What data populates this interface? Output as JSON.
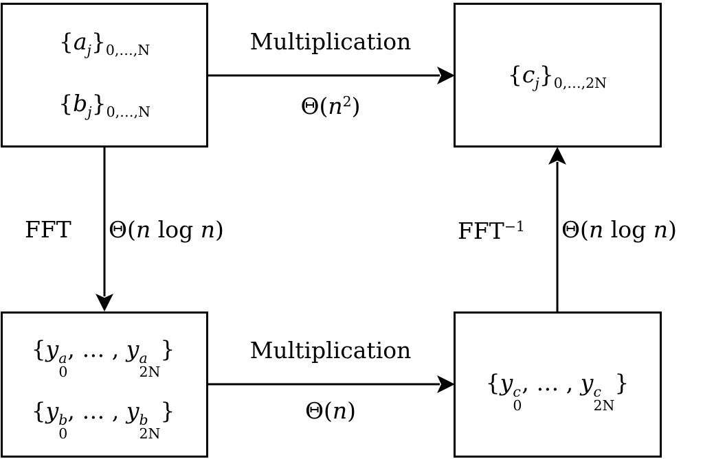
{
  "nodes": {
    "top_left": {
      "a": {
        "open": "{",
        "var": "a",
        "sub_var": "j",
        "close": "}",
        "range": "0,…,N"
      },
      "b": {
        "open": "{",
        "var": "b",
        "sub_var": "j",
        "close": "}",
        "range": "0,…,N"
      }
    },
    "top_right": {
      "c": {
        "open": "{",
        "var": "c",
        "sub_var": "j",
        "close": "}",
        "range": "0,…,2N"
      }
    },
    "bottom_left": {
      "ya": {
        "open": "{",
        "var": "y",
        "sup1": "a",
        "sub1": "0",
        "sep": ", … , ",
        "var2": "y",
        "sup2": "a",
        "sub2": "2N",
        "close": "}"
      },
      "yb": {
        "open": "{",
        "var": "y",
        "sup1": "b",
        "sub1": "0",
        "sep": ", … , ",
        "var2": "y",
        "sup2": "b",
        "sub2": "2N",
        "close": "}"
      }
    },
    "bottom_right": {
      "yc": {
        "open": "{",
        "var": "y",
        "sup1": "c",
        "sub1": "0",
        "sep": ", … , ",
        "var2": "y",
        "sup2": "c",
        "sub2": "2N",
        "close": "}"
      }
    }
  },
  "edges": {
    "top": {
      "label": "Multiplication",
      "cost_theta": "Θ(",
      "cost_var": "n",
      "cost_exp": "2",
      "cost_close": ")"
    },
    "bottom": {
      "label": "Multiplication",
      "cost_theta": "Θ(",
      "cost_var": "n",
      "cost_close": ")"
    },
    "left": {
      "label": "FFT",
      "cost_theta": "Θ(",
      "cost_var1": "n",
      "cost_log": " log ",
      "cost_var2": "n",
      "cost_close": ")"
    },
    "right": {
      "label": "FFT",
      "label_exp": "−1",
      "cost_theta": "Θ(",
      "cost_var1": "n",
      "cost_log": " log ",
      "cost_var2": "n",
      "cost_close": ")"
    }
  },
  "colors": {
    "stroke": "#000000",
    "background": "#ffffff"
  }
}
